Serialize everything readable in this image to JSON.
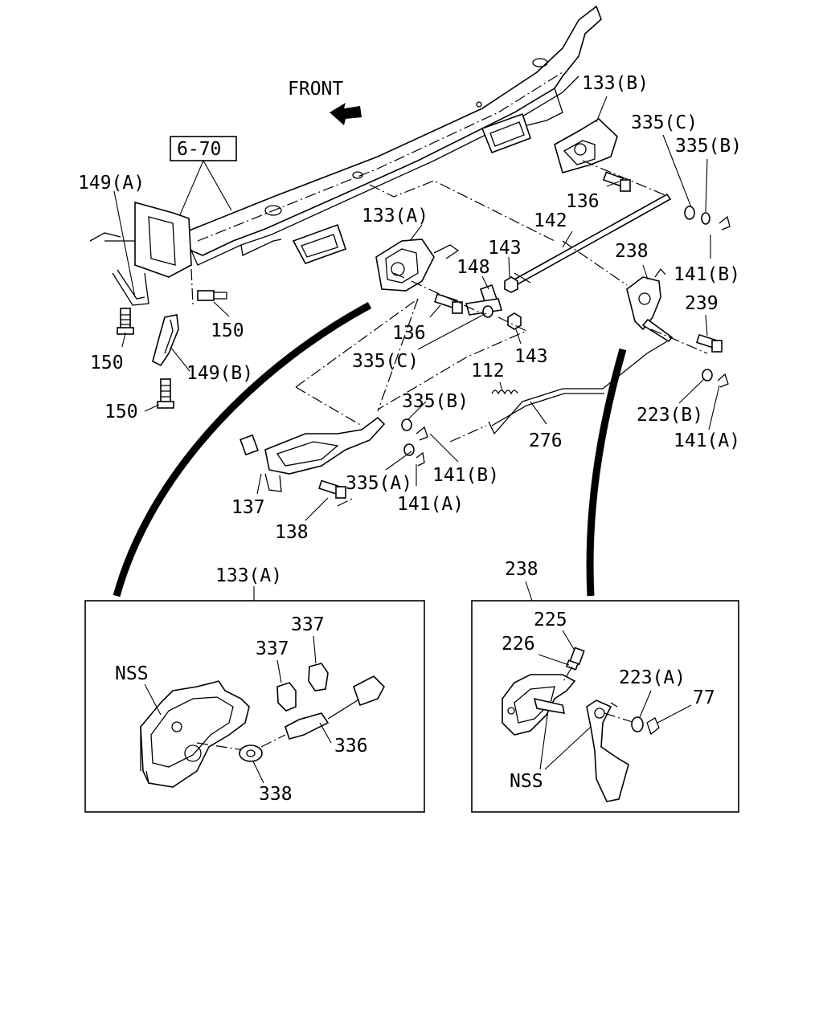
{
  "direction": {
    "text": "FRONT"
  },
  "ref_box": {
    "text": "6-70"
  },
  "labels": {
    "l133b_top": "133(B)",
    "l335c_top": "335(C)",
    "l335b_top": "335(B)",
    "l136_top": "136",
    "l142": "142",
    "l133a_mid": "133(A)",
    "l149a": "149(A)",
    "l143_top": "143",
    "l148": "148",
    "l238_mid": "238",
    "l141b_right": "141(B)",
    "l239": "239",
    "l150_a": "150",
    "l136_mid": "136",
    "l150_b": "150",
    "l335c_mid": "335(C)",
    "l143_mid": "143",
    "l149b": "149(B)",
    "l112": "112",
    "l150_c": "150",
    "l335b_mid": "335(B)",
    "l223b": "223(B)",
    "l276": "276",
    "l141a_right": "141(A)",
    "l141b_mid": "141(B)",
    "l335a": "335(A)",
    "l137": "137",
    "l141a_mid": "141(A)",
    "l138": "138"
  },
  "detail_left": {
    "title": "133(A)",
    "nss": "NSS",
    "l337_a": "337",
    "l337_b": "337",
    "l336": "336",
    "l338": "338"
  },
  "detail_right": {
    "title": "238",
    "l225": "225",
    "l226": "226",
    "l223a": "223(A)",
    "l77": "77",
    "nss": "NSS"
  }
}
